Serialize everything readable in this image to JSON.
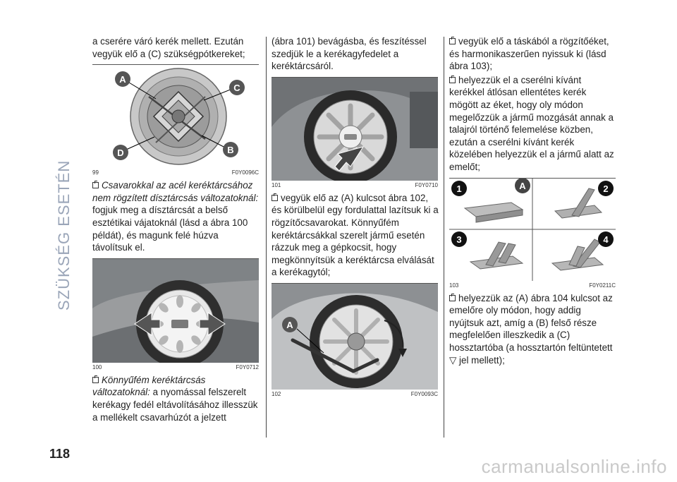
{
  "side_title": "SZÜKSÉG ESETÉN",
  "page_number": "118",
  "watermark": "carmanualsonline.info",
  "col1": {
    "p1": "a cserére váró kerék mellett. Ezután vegyük elő a (C) szükségpótkereket;",
    "fig99": {
      "num": "99",
      "code": "F0Y0096C",
      "labels": [
        "A",
        "C",
        "D",
        "B"
      ]
    },
    "p2_italic": "Csavarokkal az acél keréktárcsához nem rögzített dísztárcsás változatoknál:",
    "p2_rest": "fogjuk meg a dísztárcsát a belső esztétikai vájatoknál (lásd a ábra 100 példát), és magunk felé húzva távolítsuk el.",
    "fig100": {
      "num": "100",
      "code": "F0Y0712"
    },
    "p3_italic": "Könnyűfém keréktárcsás változatoknál:",
    "p3_rest": "a nyomással felszerelt kerékagy fedél eltávolításához illesszük a mellékelt csavarhúzót a jelzett"
  },
  "col2": {
    "p1": "(ábra 101) bevágásba, és feszítéssel szedjük le a kerékagyfedelet a keréktárcsáról.",
    "fig101": {
      "num": "101",
      "code": "F0Y0710"
    },
    "p2": "vegyük elő az (A) kulcsot ábra 102, és körülbelül egy fordulattal lazítsuk ki a rögzítőcsavarokat. Könnyűfém keréktárcsákkal szerelt jármű esetén rázzuk meg a gépkocsit, hogy megkönnyítsük a keréktárcsa elválását a kerékagytól;",
    "fig102": {
      "num": "102",
      "code": "F0Y0093C",
      "label": "A"
    }
  },
  "col3": {
    "p1": "vegyük elő a táskából a rögzítőéket, és harmonikaszerűen nyissuk ki (lásd ábra 103);",
    "p2": "helyezzük el a cserélni kívánt kerékkel átlósan ellentétes kerék mögött az éket, hogy oly módon megelőzzük a jármű mozgását annak a talajról történő felemelése közben, ezután a cserélni kívánt kerék közelében helyezzük el a jármű alatt az emelőt;",
    "fig103": {
      "num": "103",
      "code": "F0Y0211C",
      "steps": [
        "1",
        "2",
        "3",
        "4"
      ],
      "label": "A"
    },
    "p3": "helyezzük az (A) ábra 104 kulcsot az emelőre oly módon, hogy addig nyújtsuk azt, amíg a (B) felső része megfelelően illeszkedik a (C) hossztartóba (a hossztartón feltüntetett",
    "p3_symbol": "▽",
    "p3_end": "jel mellett);"
  }
}
